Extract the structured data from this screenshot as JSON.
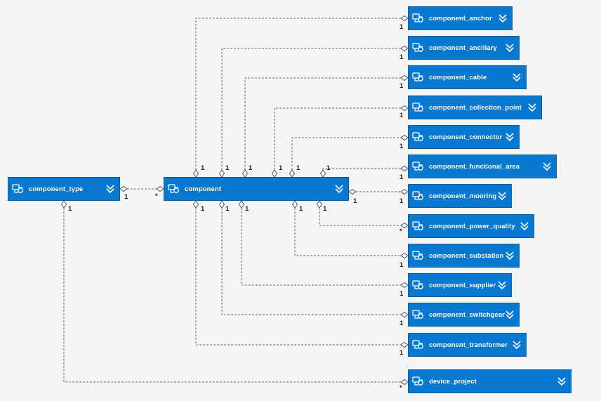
{
  "entities": {
    "component_type": {
      "label": "component_type"
    },
    "component": {
      "label": "component"
    },
    "component_anchor": {
      "label": "component_anchor"
    },
    "component_ancillary": {
      "label": "component_ancillary"
    },
    "component_cable": {
      "label": "component_cable"
    },
    "component_collection_point": {
      "label": "component_collection_point"
    },
    "component_connector": {
      "label": "component_connector"
    },
    "component_functional_area": {
      "label": "component_functional_area"
    },
    "component_mooring": {
      "label": "component_mooring"
    },
    "component_power_quality": {
      "label": "component_power_quality"
    },
    "component_substation": {
      "label": "component_substation"
    },
    "component_supplier": {
      "label": "component_supplier"
    },
    "component_switchgear": {
      "label": "component_switchgear"
    },
    "component_transformer": {
      "label": "component_transformer"
    },
    "device_project": {
      "label": "device_project"
    }
  },
  "multiplicity": {
    "one": "1",
    "many": "*"
  },
  "colors": {
    "entity_fill": "#0978d0",
    "connector_line": "#5c6b8a",
    "background": "#f5f5f5"
  },
  "icons": {
    "entity": "entity-icon",
    "expand": "chevron-double-down-icon",
    "end": "diamond-icon"
  }
}
